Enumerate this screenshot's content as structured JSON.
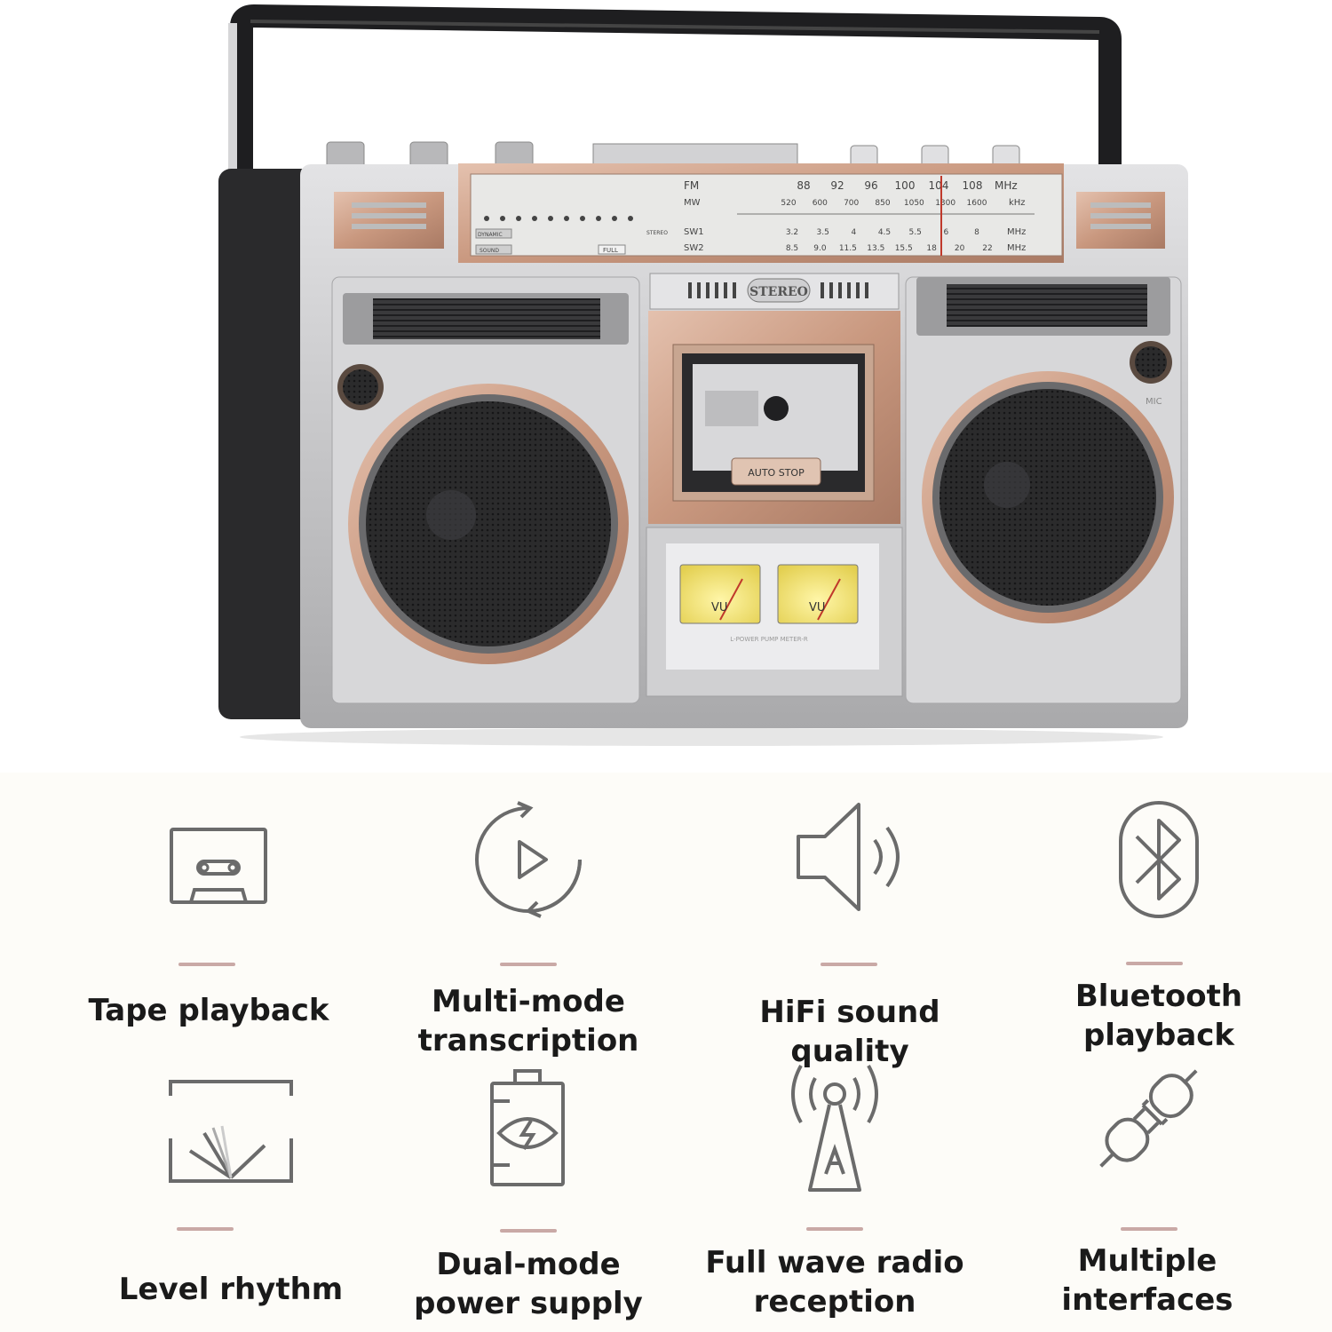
{
  "product": {
    "dial": {
      "fm_label": "FM",
      "mw_label": "MW",
      "sw1_label": "SW1",
      "sw2_label": "SW2",
      "fm_ticks": [
        "88",
        "92",
        "96",
        "100",
        "104",
        "108"
      ],
      "fm_unit": "MHz",
      "mw_ticks": [
        "520",
        "600",
        "700",
        "850",
        "1050",
        "1300",
        "1600"
      ],
      "mw_unit": "kHz",
      "sw1_ticks": [
        "3.2",
        "3.5",
        "4",
        "4.5",
        "5.5",
        "6",
        "8"
      ],
      "sw1_unit": "MHz",
      "sw2_ticks": [
        "8.5",
        "9.0",
        "11.5",
        "13.5",
        "15.5",
        "18",
        "20",
        "22"
      ],
      "sw2_unit": "MHz",
      "dynamic_label": "DYNAMIC",
      "sound_label": "SOUND",
      "stereo_label": "STEREO",
      "full_label": "FULL"
    },
    "badge": "STEREO",
    "cassette_button": "AUTO  STOP",
    "vu_label": "VU",
    "meter_caption": "L-POWER PUMP METER-R",
    "mic_label": "MIC"
  },
  "features": [
    {
      "icon": "cassette-tape-icon",
      "label": "Tape playback"
    },
    {
      "icon": "play-cycle-icon",
      "label": "Multi-mode transcription"
    },
    {
      "icon": "speaker-sound-icon",
      "label": "HiFi sound quality"
    },
    {
      "icon": "bluetooth-icon",
      "label": "Bluetooth playback"
    },
    {
      "icon": "level-meter-icon",
      "label": "Level rhythm"
    },
    {
      "icon": "battery-charge-icon",
      "label": "Dual-mode power supply"
    },
    {
      "icon": "radio-tower-icon",
      "label": "Full wave radio reception"
    },
    {
      "icon": "plug-connector-icon",
      "label": "Multiple interfaces"
    }
  ],
  "colors": {
    "accent_bar": "#c9a9a6",
    "icon_stroke": "#6b6b6b",
    "label_text": "#1a1a1a",
    "rose_gold": "#c99a82",
    "silver": "#c7c7c9"
  }
}
